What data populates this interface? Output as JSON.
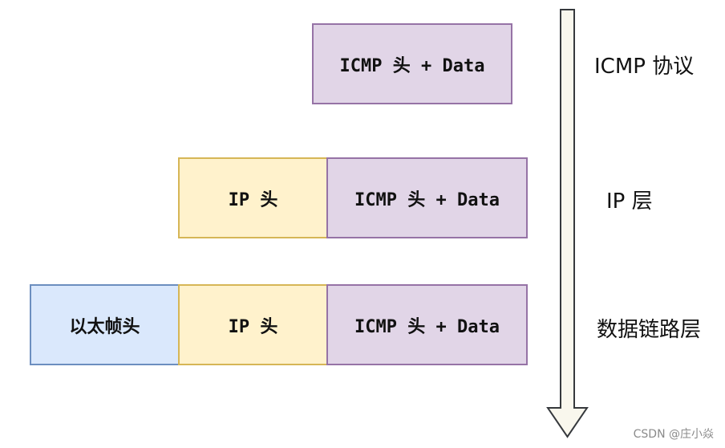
{
  "rows": [
    {
      "layer_label": "ICMP 协议",
      "segments": {
        "icmp": "ICMP 头 + Data"
      }
    },
    {
      "layer_label": "IP 层",
      "segments": {
        "ip": "IP 头",
        "icmp": "ICMP 头 + Data"
      }
    },
    {
      "layer_label": "数据链路层",
      "segments": {
        "eth": "以太帧头",
        "ip": "IP 头",
        "icmp": "ICMP 头 + Data"
      }
    }
  ],
  "watermark": "CSDN @庄小焱",
  "colors": {
    "icmp_fill": "#e1d5e7",
    "icmp_border": "#9673a6",
    "ip_fill": "#fff2cc",
    "ip_border": "#d6b656",
    "eth_fill": "#dae8fc",
    "eth_border": "#6c8ebf",
    "arrow_fill": "#f9f7ed",
    "arrow_stroke": "#36393d"
  }
}
